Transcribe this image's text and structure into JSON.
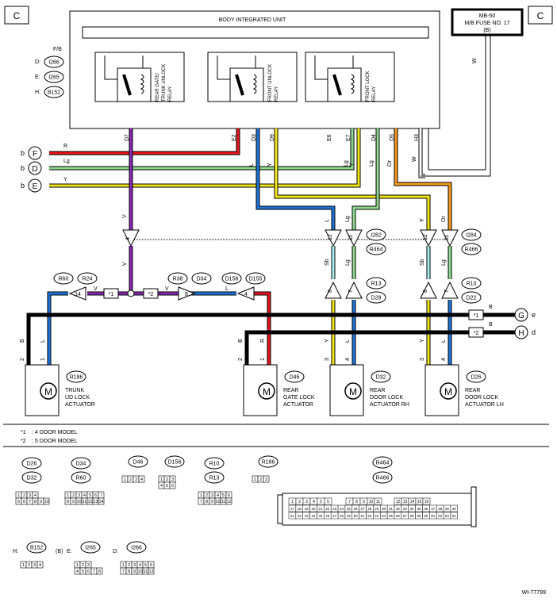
{
  "section_marker": "C",
  "biu": {
    "title": "BODY INTEGRATED UNIT",
    "relays": [
      "REAR GATE/\nTRUNK UNLOCK\nRELAY",
      "FRONT UNLOCK\nRELAY",
      "FRONT LOCK\nRELAY"
    ],
    "connector_prefix": "F/B",
    "connector_rows": [
      {
        "letter": "D:",
        "code": "I266"
      },
      {
        "letter": "E:",
        "code": "I265"
      },
      {
        "letter": "H:",
        "code": "B152"
      }
    ],
    "pins": [
      "D7",
      "E2",
      "D3",
      "D9",
      "E6",
      "E7",
      "D4",
      "D5",
      "H3"
    ]
  },
  "fuse": {
    "line1": "MB-50",
    "line2": "M/B FUSE NO. 17",
    "line3": "(B)",
    "wire": "W"
  },
  "feeds": [
    {
      "letter": "F",
      "prefix": "b",
      "wire": "R"
    },
    {
      "letter": "D",
      "prefix": "b",
      "wire": "Lg"
    },
    {
      "letter": "E",
      "prefix": "b",
      "wire": "Y"
    }
  ],
  "wire_labels": [
    "V",
    "R",
    "L",
    "Y",
    "Lg",
    "Y",
    "Lg",
    "Or",
    "W",
    "V",
    "L",
    "Y",
    "Lg",
    "Y",
    "Or",
    "Sb",
    "Lg",
    "Sb",
    "Lg",
    "B",
    "B",
    "B",
    "L",
    "B",
    "R",
    "Y",
    "L",
    "Y",
    "L",
    "V",
    "V",
    "L"
  ],
  "connectors": {
    "i282": "I282",
    "r464": "R464",
    "i284": "I284",
    "r466": "R466",
    "r13": "R13",
    "d28": "D28",
    "r10": "R10",
    "d22": "D22",
    "r60": "R60",
    "r24": "R24",
    "r38": "R38",
    "d34": "D34",
    "d156": "D156",
    "d155": "D155"
  },
  "pin_numbers": [
    "4",
    "12",
    "11",
    "12",
    "11",
    "8",
    "7",
    "8",
    "7",
    "14",
    "8",
    "4",
    "2",
    "1",
    "2",
    "1",
    "3",
    "4",
    "3",
    "4"
  ],
  "stars": [
    "*1",
    "*2",
    "*1",
    "*2"
  ],
  "grounds": [
    {
      "letter": "G",
      "suffix": "e",
      "star": "*1",
      "wire": "B"
    },
    {
      "letter": "H",
      "suffix": "d",
      "star": "*2",
      "wire": "B"
    }
  ],
  "actuators": [
    {
      "code": "R186",
      "label": "TRUNK\nUD LOCK\nACTUATOR"
    },
    {
      "code": "D46",
      "label": "REAR\nGATE LOCK\nACTUATOR"
    },
    {
      "code": "D32",
      "label": "REAR\nDOOR LOCK\nACTUATOR RH"
    },
    {
      "code": "D26",
      "label": "REAR\nDOOR LOCK\nACTUATOR LH"
    }
  ],
  "motor_symbol": "M",
  "notes": [
    {
      "mark": "*1",
      "text": ": 4 DOOR MODEL"
    },
    {
      "mark": "*2",
      "text": ": 5 DOOR MODEL"
    }
  ],
  "connector_views": [
    {
      "labels": [
        "D26",
        "D32"
      ],
      "rows": [
        [
          "1",
          "2",
          "3",
          "4"
        ],
        [
          "5",
          "6",
          "7",
          "8",
          "9",
          "10"
        ]
      ]
    },
    {
      "labels": [
        "D34",
        "R60"
      ],
      "rows": [
        [
          "1",
          "2",
          "3",
          "4",
          "5",
          "6",
          "7"
        ],
        [
          "8",
          "9",
          "10",
          "11",
          "12",
          "13",
          "14"
        ]
      ]
    },
    {
      "labels": [
        "D46"
      ],
      "rows": [
        [
          "1",
          "2",
          "3",
          "4"
        ]
      ]
    },
    {
      "labels": [
        "D156"
      ],
      "rows": [
        [
          "1",
          "2",
          "3"
        ],
        [
          "4",
          "5",
          "6"
        ]
      ]
    },
    {
      "labels": [
        "R10",
        "R13"
      ],
      "rows": [
        [
          "1",
          "2",
          "3",
          "4",
          "5",
          "6"
        ],
        [
          "7",
          "8",
          "9",
          "10",
          "11",
          "12"
        ]
      ]
    },
    {
      "labels": [
        "R186"
      ],
      "rows": [
        [
          "1",
          "2",
          "3"
        ]
      ]
    },
    {
      "labels": [
        "R464",
        "R466"
      ],
      "rows": [
        [
          "1",
          "2",
          "3",
          "4",
          "5",
          "6",
          "7",
          "8",
          "9",
          "10",
          "11",
          "12",
          "13",
          "14",
          "15",
          "16"
        ],
        [
          "17",
          "18",
          "19",
          "20",
          "21",
          "22",
          "23",
          "24",
          "25",
          "26",
          "27",
          "28",
          "29",
          "30",
          "31",
          "32",
          "33",
          "34",
          "35",
          "36",
          "37",
          "38",
          "39",
          "40"
        ],
        [
          "41",
          "42",
          "43",
          "44",
          "45",
          "46",
          "47",
          "48",
          "49",
          "50",
          "51",
          "52",
          "53",
          "54",
          "55",
          "56",
          "57",
          "58",
          "59",
          "60",
          "61",
          "62",
          "63",
          "64"
        ]
      ]
    },
    {
      "labels": [
        "H:",
        "B152",
        "(B)"
      ],
      "rows": [
        [
          "1",
          "2",
          "3",
          "4"
        ]
      ]
    },
    {
      "labels": [
        "E:",
        "I265"
      ],
      "rows": [
        [
          "1",
          "2",
          "3"
        ],
        [
          "4",
          "5",
          "6",
          "7",
          "8"
        ]
      ]
    },
    {
      "labels": [
        "D:",
        "I266"
      ],
      "rows": [
        [
          "1",
          "2",
          "3",
          "4",
          "5",
          "6"
        ],
        [
          "7",
          "8",
          "9",
          "10",
          "11",
          "12"
        ]
      ]
    }
  ],
  "figure_id": "WI-77799",
  "colors": {
    "R": "#e8141b",
    "V": "#8a27b5",
    "L": "#1e73d8",
    "Y": "#f5e71a",
    "Lg": "#8fd98f",
    "Or": "#f5991c",
    "Sb": "#a8f0f0",
    "B": "#000000"
  }
}
